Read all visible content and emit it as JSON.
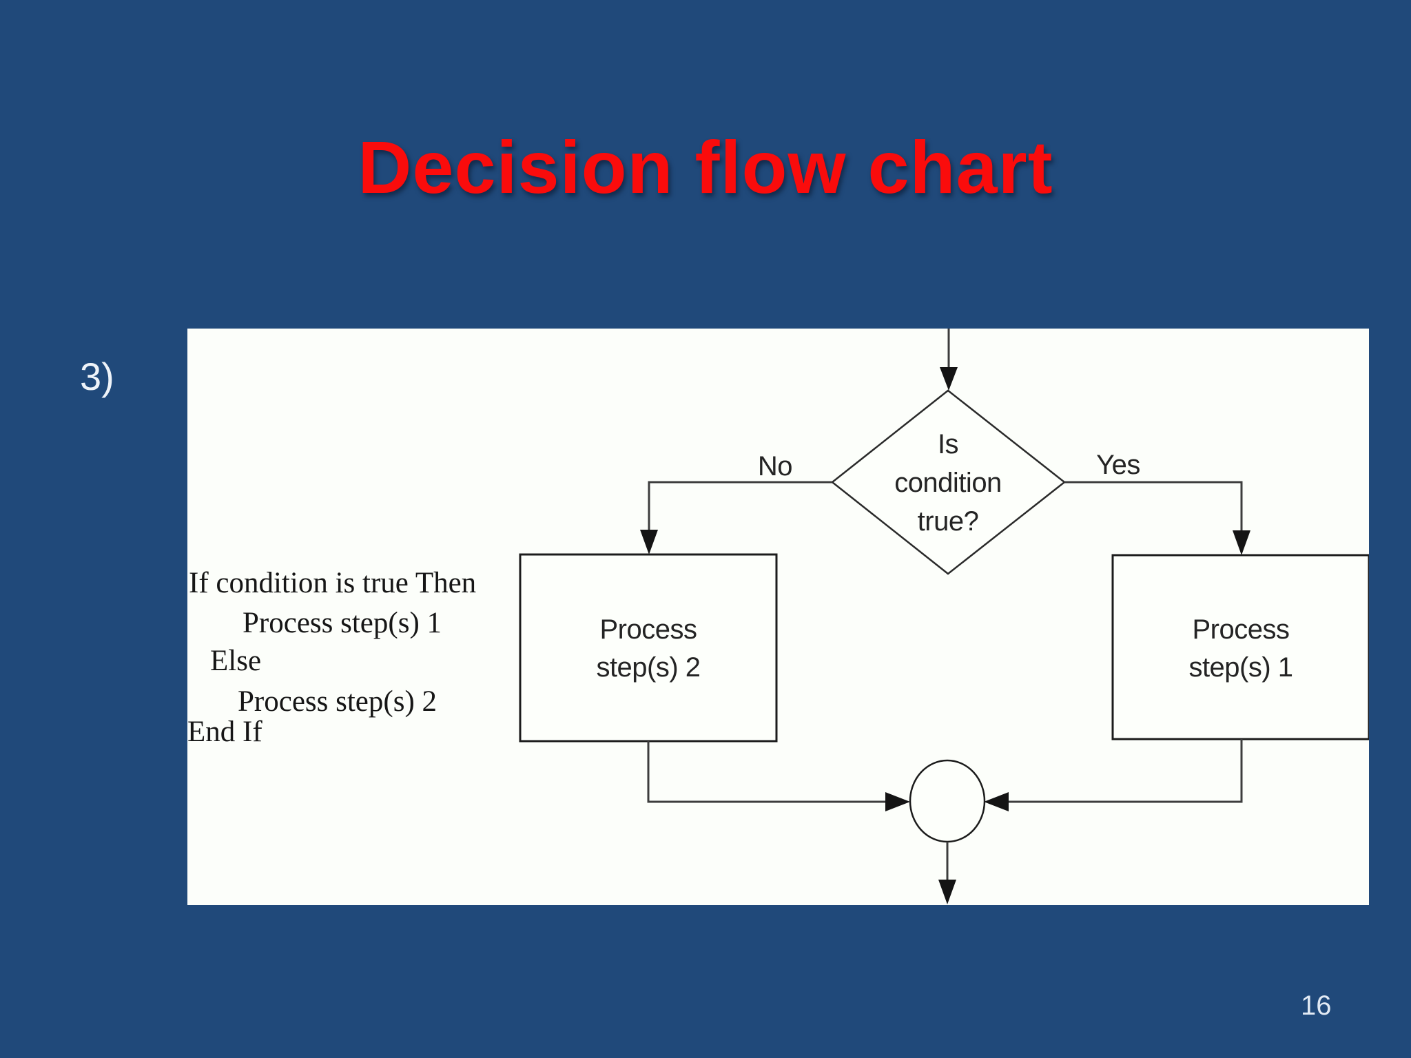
{
  "slide": {
    "title": "Decision flow chart",
    "item_marker": "3)",
    "page_number": "16"
  },
  "colors": {
    "background": "#20497A",
    "title_red": "#FA0C0C",
    "panel_background": "#FCFEFA",
    "flowchart_line": "#3D3D3D",
    "flowchart_text": "#242424"
  },
  "pseudocode": {
    "lines": [
      "If condition is true Then",
      "Process step(s) 1",
      "Else",
      "Process step(s) 2",
      "End If"
    ]
  },
  "flowchart": {
    "decision_lines": [
      "Is",
      "condition",
      "true?"
    ],
    "no_label": "No",
    "yes_label": "Yes",
    "process2_lines": [
      "Process",
      "step(s) 2"
    ],
    "process1_lines": [
      "Process",
      "step(s) 1"
    ]
  }
}
